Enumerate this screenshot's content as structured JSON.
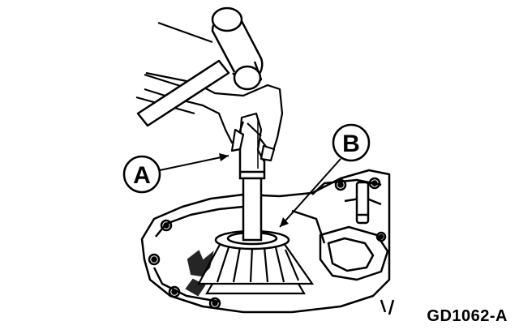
{
  "figure": {
    "code": "GD1062-A",
    "callouts": [
      {
        "id": "A",
        "label": "A"
      },
      {
        "id": "B",
        "label": "B"
      }
    ]
  },
  "colors": {
    "line": "#000000",
    "background": "#ffffff"
  }
}
